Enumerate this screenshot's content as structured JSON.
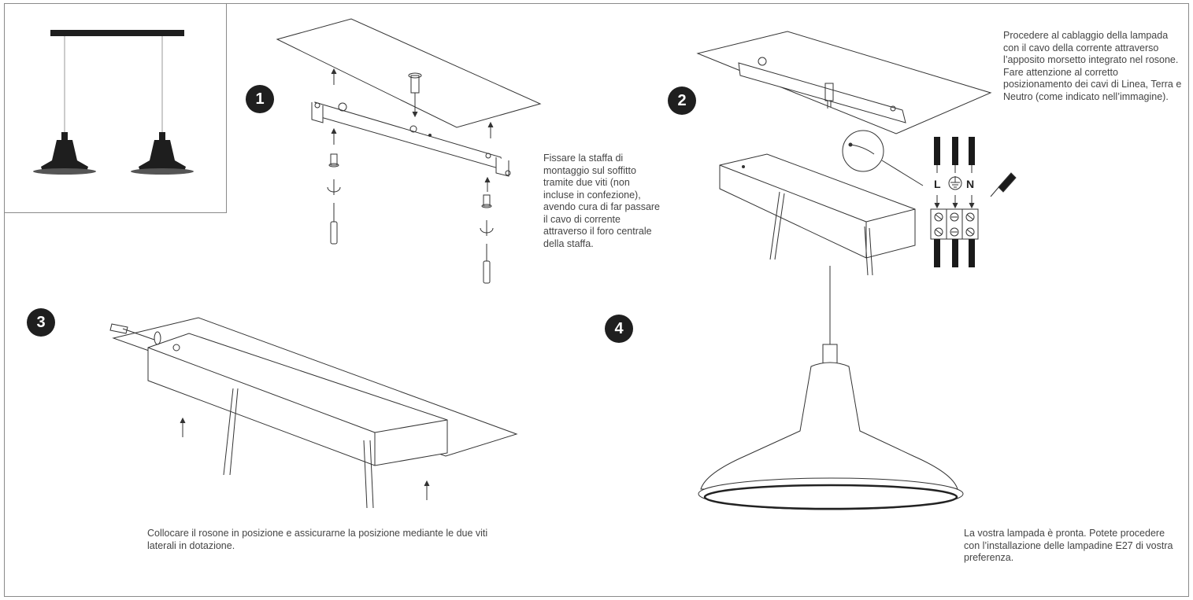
{
  "steps": {
    "s1": {
      "number": "1",
      "text": "Fissare la staffa di montaggio sul soffitto tramite due viti (non incluse in confezione), avendo cura di far passare il cavo di corrente attraverso il foro centrale della staffa."
    },
    "s2": {
      "number": "2",
      "text": "Procedere al cablaggio della lampada con il cavo della corrente attraverso l’apposito morsetto integrato nel rosone. Fare attenzione al corretto posizionamento dei cavi di Linea, Terra e Neutro (come indicato nell’immagine)."
    },
    "s3": {
      "number": "3",
      "text": "Collocare il rosone in posizione e assicurarne la posizione mediante le due viti laterali in dotazione."
    },
    "s4": {
      "number": "4",
      "text": "La vostra lampada è pronta. Potete procedere con l’installazione delle lampadine E27 di vostra preferenza."
    }
  },
  "terminal": {
    "line": "L",
    "neutral": "N"
  }
}
